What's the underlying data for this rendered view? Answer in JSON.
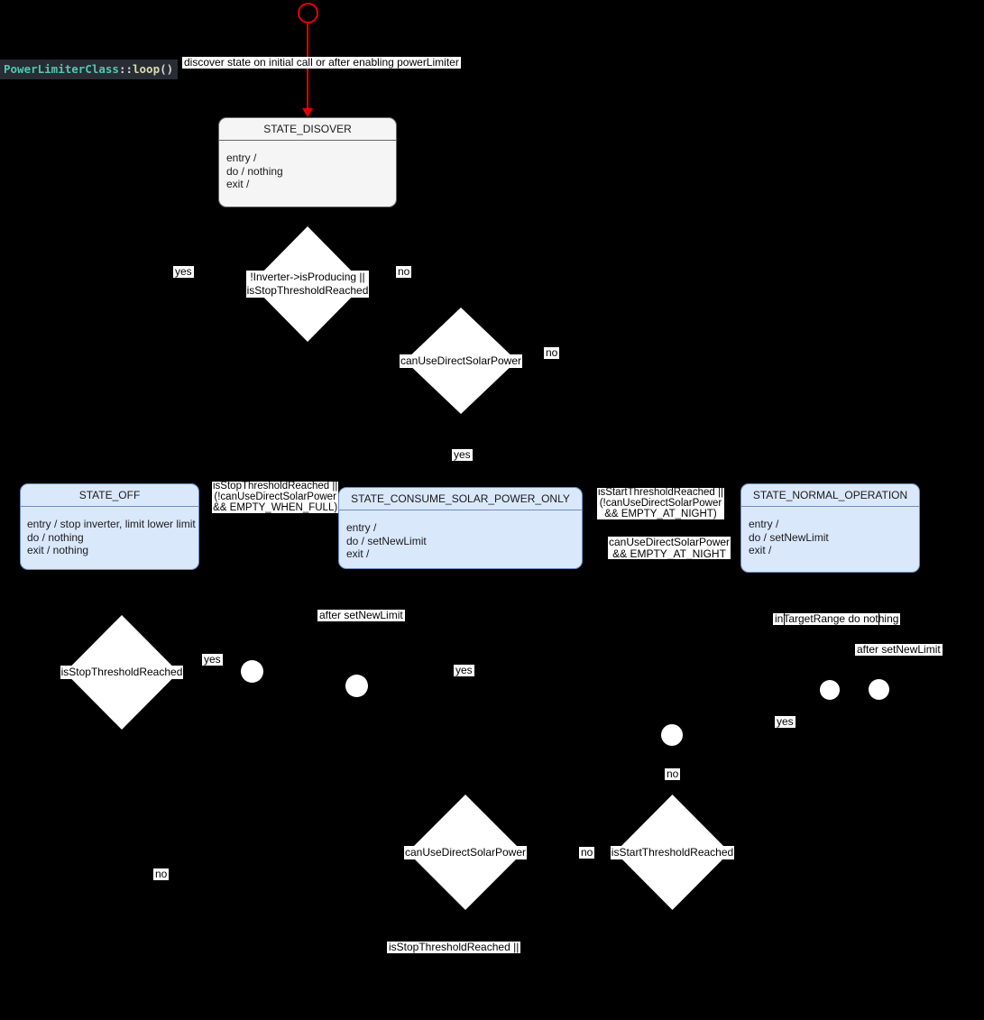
{
  "code_label": {
    "class_name": "PowerLimiterClass",
    "scope_operator": "::",
    "method_name": "loop",
    "parens": "()"
  },
  "notes": {
    "discover": "discover state on initial call or after enabling powerLimiter",
    "after_set_new_limit_left": "after setNewLimit",
    "after_set_new_limit_right": "after setNewLimit",
    "in_target_range": "inTargetRange do nothing",
    "stop_threshold_partial": "isStopThresholdReached ||"
  },
  "edge_labels": {
    "d1_yes": "yes",
    "d1_no": "no",
    "d2_no": "no",
    "d2_yes": "yes",
    "d3_yes": "yes",
    "mid_yes": "yes",
    "right_yes": "yes",
    "c5_no": "no",
    "d4_no": "no",
    "bottom_left_no": "no"
  },
  "guards": {
    "stop_full": {
      "lines": [
        "isStopThresholdReached ||",
        "(!canUseDirectSolarPower",
        "&& EMPTY_WHEN_FULL)"
      ]
    },
    "start_full": {
      "lines": [
        "isStartThresholdReached ||",
        "(!canUseDirectSolarPower",
        "&& EMPTY_AT_NIGHT)"
      ]
    },
    "night": {
      "lines": [
        "canUseDirectSolarPower",
        "&& EMPTY_AT_NIGHT"
      ]
    }
  },
  "states": [
    {
      "title": "STATE_DISOVER",
      "lines": [
        "entry /",
        "do / nothing",
        "exit /"
      ]
    },
    {
      "title": "STATE_OFF",
      "lines": [
        "entry / stop inverter, limit lower limit",
        "do / nothing",
        "exit / nothing"
      ]
    },
    {
      "title": "STATE_CONSUME_SOLAR_POWER_ONLY",
      "lines": [
        "entry /",
        "do / setNewLimit",
        "exit /"
      ]
    },
    {
      "title": "STATE_NORMAL_OPERATION",
      "lines": [
        "entry /",
        "do / setNewLimit",
        "exit /"
      ]
    }
  ],
  "decisions": [
    {
      "lines": [
        "!Inverter->isProducing ||",
        "isStopThresholdReached"
      ]
    },
    {
      "lines": [
        "canUseDirectSolarPower"
      ]
    },
    {
      "lines": [
        "isStopThresholdReached"
      ]
    },
    {
      "lines": [
        "canUseDirectSolarPower"
      ]
    },
    {
      "lines": [
        "isStartThresholdReached"
      ]
    }
  ],
  "colors": {
    "background": "#000000",
    "state_fill_blue": "#dae8fc",
    "state_border_blue": "#6c8ebf",
    "state_fill_gray": "#f5f5f5",
    "state_border_gray": "#666666",
    "transition_red": "#e60000",
    "label_bg": "#ffffff",
    "label_text": "#000000",
    "code_bg": "#282c34",
    "code_class": "#4ec9b0",
    "code_method": "#dcdcaa",
    "code_plain": "#d4d4d4"
  }
}
